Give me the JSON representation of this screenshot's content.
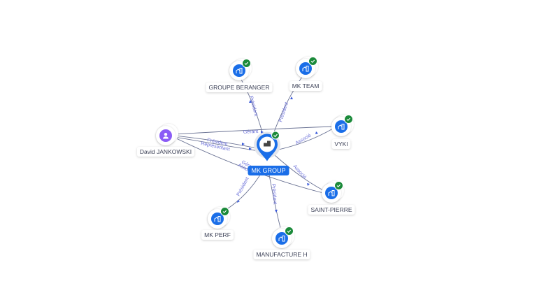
{
  "center": {
    "label": "MK GROUP",
    "icon": "building-icon",
    "verified": true
  },
  "nodes": [
    {
      "id": "groupe-beranger",
      "label": "GROUPE BERANGER",
      "type": "company",
      "verified": true
    },
    {
      "id": "mk-team",
      "label": "MK TEAM",
      "type": "company",
      "verified": true
    },
    {
      "id": "vyki",
      "label": "VYKI",
      "type": "company",
      "verified": true
    },
    {
      "id": "saint-pierre",
      "label": "SAINT-PIERRE",
      "type": "company",
      "verified": true
    },
    {
      "id": "manufacture-h",
      "label": "MANUFACTURE H",
      "type": "company",
      "verified": true
    },
    {
      "id": "mk-perf",
      "label": "MK PERF",
      "type": "company",
      "verified": true
    },
    {
      "id": "david-jankowski",
      "label": "David JANKOWSKI",
      "type": "person",
      "verified": false
    }
  ],
  "edges": [
    {
      "from": "david-jankowski",
      "to": "vyki",
      "label": "Gérant"
    },
    {
      "from": "david-jankowski",
      "to": "mk-group",
      "label": "Président"
    },
    {
      "from": "david-jankowski",
      "to": "mk-group",
      "label": "Représentant"
    },
    {
      "from": "david-jankowski",
      "to": "saint-pierre",
      "label": "Gérant"
    },
    {
      "from": "david-jankowski",
      "to": "saint-pierre",
      "label": "Associé"
    },
    {
      "from": "mk-group",
      "to": "groupe-beranger",
      "label": "Président"
    },
    {
      "from": "mk-group",
      "to": "mk-team",
      "label": "Président"
    },
    {
      "from": "mk-group",
      "to": "vyki",
      "label": "Associé"
    },
    {
      "from": "mk-group",
      "to": "saint-pierre",
      "label": "Associé"
    },
    {
      "from": "mk-group",
      "to": "manufacture-h",
      "label": "Président"
    },
    {
      "from": "mk-group",
      "to": "mk-perf",
      "label": "Président"
    }
  ],
  "colors": {
    "company": "#1a6ee8",
    "person": "#8b5cf6",
    "verified": "#1b8a3a",
    "edge_label": "#6a6fd8"
  }
}
